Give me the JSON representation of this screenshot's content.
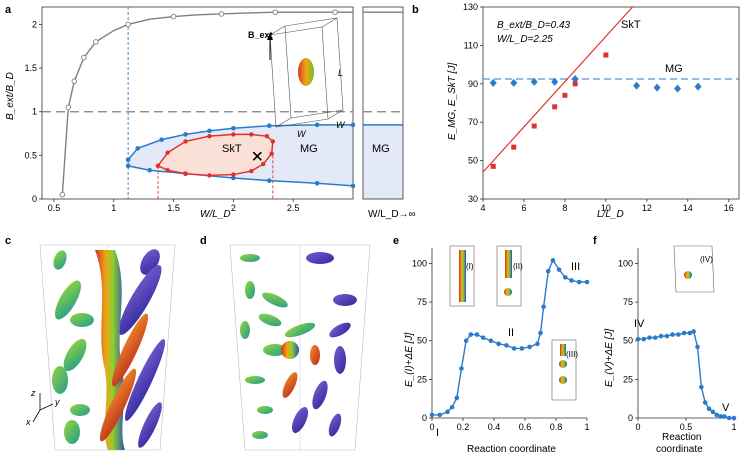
{
  "panel_labels": [
    "a",
    "b",
    "c",
    "d",
    "e",
    "f"
  ],
  "colors": {
    "grey_curve": "#7f7f7f",
    "blue": "#2c7bc9",
    "red": "#e0322a",
    "mg_fill": "#e3e9f7",
    "skt_fill": "#fbe0d8",
    "dash_grey": "#7f7f7f",
    "dash_blue": "#2c7bc9"
  },
  "panel_a": {
    "ylabel": "B_ext/B_D",
    "xlabel": "W/L_D",
    "region_skt": "SkT",
    "region_mg": "MG",
    "region_mg_inf": "MG",
    "inf_label": "W/L_D→∞",
    "inset": {
      "b_label": "B_ext",
      "l_label": "L",
      "w_label": "W",
      "w2_label": "W"
    }
  },
  "panel_b": {
    "ylabel": "E_MG, E_SkT [J]",
    "xlabel": "L/L_D",
    "annotation_1": "B_ext/B_D=0.43",
    "annotation_2": "W/L_D=2.25",
    "skt_label": "SkT",
    "mg_label": "MG"
  },
  "panel_e": {
    "ylabel": "E_(I)+ΔE [J]",
    "xlabel": "Reaction coordinate",
    "states": [
      "I",
      "II",
      "III"
    ],
    "inset_labels": [
      "(I)",
      "(II)",
      "(III)"
    ]
  },
  "panel_f": {
    "ylabel": "E_(V)+ΔE [J]",
    "xlabel_1": "Reaction",
    "xlabel_2": "coordinate",
    "states": [
      "IV",
      "V"
    ],
    "inset_label": "(IV)"
  },
  "panels_cd": {
    "axis_labels": [
      "z",
      "y",
      "x"
    ]
  },
  "chart_data": [
    {
      "panel": "a",
      "type": "line",
      "xlabel": "W/L_D",
      "ylabel": "B_ext/B_D",
      "xlim": [
        0.4,
        3.0
      ],
      "ylim": [
        0,
        2.2
      ],
      "xticks": [
        0.5,
        1.0,
        1.5,
        2.0,
        2.5
      ],
      "yticks": [
        0,
        0.5,
        1.0,
        1.5,
        2.0
      ],
      "series": [
        {
          "name": "upper",
          "x": [
            0.57,
            0.62,
            0.67,
            0.75,
            0.85,
            1.0,
            1.12,
            1.3,
            1.5,
            1.7,
            1.9,
            2.1,
            2.35,
            2.6,
            2.85,
            3.0
          ],
          "y": [
            0.05,
            1.05,
            1.35,
            1.62,
            1.8,
            1.93,
            2.0,
            2.06,
            2.09,
            2.11,
            2.12,
            2.13,
            2.14,
            2.14,
            2.14,
            2.14
          ]
        },
        {
          "name": "mg_upper",
          "x": [
            1.12,
            1.2,
            1.4,
            1.6,
            1.8,
            2.0,
            2.3,
            2.7,
            3.0
          ],
          "y": [
            0.45,
            0.58,
            0.68,
            0.74,
            0.78,
            0.81,
            0.84,
            0.85,
            0.85
          ]
        },
        {
          "name": "mg_lower",
          "x": [
            1.12,
            1.3,
            1.6,
            2.0,
            2.3,
            2.7,
            3.0
          ],
          "y": [
            0.38,
            0.33,
            0.29,
            0.24,
            0.21,
            0.18,
            0.15
          ]
        },
        {
          "name": "skt",
          "x": [
            1.37,
            1.45,
            1.6,
            1.8,
            2.0,
            2.15,
            2.25,
            2.32,
            2.33,
            2.28,
            2.15,
            2.0,
            1.8,
            1.6,
            1.45,
            1.37
          ],
          "y": [
            0.38,
            0.33,
            0.29,
            0.27,
            0.28,
            0.32,
            0.4,
            0.52,
            0.66,
            0.72,
            0.74,
            0.74,
            0.72,
            0.66,
            0.53,
            0.38
          ]
        }
      ],
      "hlines": [
        1.0
      ],
      "vlines": [
        1.12,
        1.37,
        2.33
      ],
      "marker_cross": [
        2.2,
        0.49
      ]
    },
    {
      "panel": "b",
      "type": "scatter",
      "xlabel": "L/L_D",
      "ylabel": "E_MG, E_SkT [J]",
      "xlim": [
        4,
        16.5
      ],
      "ylim": [
        30,
        130
      ],
      "xticks": [
        4,
        6,
        8,
        10,
        12,
        14,
        16
      ],
      "yticks": [
        30,
        50,
        70,
        90,
        110,
        130
      ],
      "series": [
        {
          "name": "SkT",
          "x": [
            4.5,
            5.5,
            6.5,
            7.5,
            8.0,
            8.5,
            10.0
          ],
          "y": [
            47,
            57,
            68,
            78,
            84,
            90,
            105
          ]
        },
        {
          "name": "MG",
          "x": [
            4.5,
            5.5,
            6.5,
            7.5,
            8.5,
            11.5,
            12.5,
            13.5,
            14.5
          ],
          "y": [
            90.5,
            90.5,
            91,
            91,
            92.5,
            89,
            88,
            87.5,
            88.5
          ]
        }
      ],
      "fit_line": {
        "x": [
          4,
          11.3
        ],
        "y": [
          44,
          130
        ]
      },
      "hline": 92.5
    },
    {
      "panel": "e",
      "type": "line",
      "xlabel": "Reaction coordinate",
      "ylabel": "E_(I)+ΔE [J]",
      "xlim": [
        0,
        1
      ],
      "ylim": [
        0,
        110
      ],
      "xticks": [
        0,
        0.2,
        0.4,
        0.6,
        0.8,
        1
      ],
      "yticks": [
        0,
        25,
        50,
        75,
        100
      ],
      "series": [
        {
          "name": "path",
          "x": [
            0,
            0.05,
            0.1,
            0.13,
            0.16,
            0.19,
            0.22,
            0.25,
            0.29,
            0.33,
            0.38,
            0.43,
            0.48,
            0.53,
            0.58,
            0.63,
            0.68,
            0.7,
            0.72,
            0.75,
            0.78,
            0.82,
            0.86,
            0.9,
            0.95,
            1.0
          ],
          "y": [
            2,
            2,
            4,
            7,
            13,
            32,
            50,
            54,
            54,
            52,
            50,
            48,
            47,
            45,
            45,
            46,
            48,
            55,
            72,
            95,
            102,
            96,
            91,
            89,
            88,
            88
          ]
        }
      ]
    },
    {
      "panel": "f",
      "type": "line",
      "xlabel": "Reaction coordinate",
      "ylabel": "E_(V)+ΔE [J]",
      "xlim": [
        0,
        1
      ],
      "ylim": [
        0,
        110
      ],
      "xticks": [
        0,
        0.5,
        1
      ],
      "yticks": [
        0,
        25,
        50,
        75,
        100
      ],
      "series": [
        {
          "name": "path",
          "x": [
            0,
            0.06,
            0.12,
            0.18,
            0.24,
            0.3,
            0.36,
            0.42,
            0.48,
            0.54,
            0.58,
            0.62,
            0.66,
            0.7,
            0.74,
            0.78,
            0.82,
            0.86,
            0.9,
            0.95,
            1.0
          ],
          "y": [
            51,
            51,
            52,
            52,
            53,
            53,
            54,
            54,
            55,
            55,
            56,
            46,
            20,
            10,
            6,
            4,
            2,
            1,
            1,
            0,
            0
          ]
        }
      ]
    }
  ]
}
